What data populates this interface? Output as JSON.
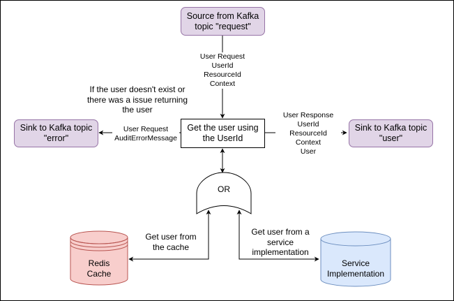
{
  "nodes": {
    "source": "Source from Kafka\ntopic \"request\"",
    "get_user": "Get the user using\nthe UserId",
    "sink_error": "Sink to Kafka topic\n\"error\"",
    "sink_user": "Sink to Kafka topic\n\"user\"",
    "or_gate": "OR",
    "redis": "Redis\nCache",
    "service": "Service\nImplementation"
  },
  "edges": {
    "request_fields": "User Request\nUserId\nResourceId\nContext",
    "error_fields": "User Request\nAuditErrorMessage",
    "response_fields": "User Response\nUserId\nResourceId\nContext\nUser",
    "from_cache": "Get user from\nthe cache",
    "from_service": "Get user from a\nservice\nimplementation"
  },
  "notes": {
    "error_condition": "If the user doesn't exist or\nthere was a issue returning\nthe user"
  },
  "colors": {
    "kafka_fill": "#e1d5e7",
    "kafka_stroke": "#9673a6",
    "redis_fill": "#f8cecc",
    "redis_stroke": "#b85450",
    "service_fill": "#dae8fc",
    "service_stroke": "#6c8ebf"
  }
}
